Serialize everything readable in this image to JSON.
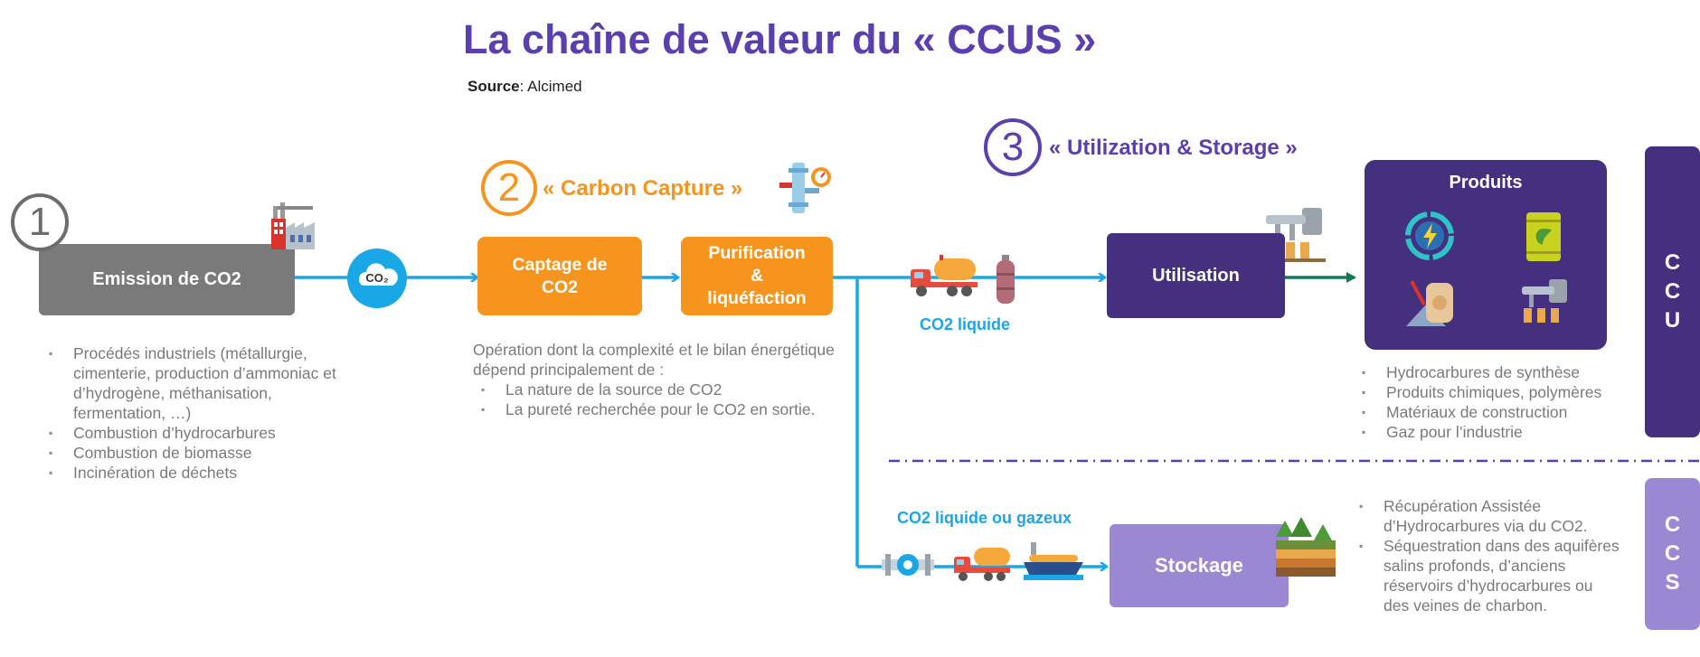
{
  "header": {
    "title": "La chaîne de valeur du « CCUS »",
    "source_label": "Source",
    "source_value": ": Alcimed"
  },
  "steps": {
    "step1_number": "1",
    "step2_number": "2",
    "step2_title": "« Carbon Capture »",
    "step3_number": "3",
    "step3_title": "« Utilization & Storage »"
  },
  "boxes": {
    "emission": "Emission de CO2",
    "captage_line1": "Captage de",
    "captage_line2": "CO2",
    "purif_line1": "Purification",
    "purif_line2": "&",
    "purif_line3": "liquéfaction",
    "utilisation": "Utilisation",
    "stockage": "Stockage",
    "produits": "Produits"
  },
  "labels": {
    "co2_cloud": "CO₂",
    "co2_liquide": "CO2 liquide",
    "co2_liquide_gazeux": "CO2 liquide ou gazeux"
  },
  "emission_list": [
    "Procédés industriels (métallurgie, cimenterie, production d’ammoniac et d’hydrogène, méthanisation, fermentation, …)",
    "Combustion d’hydrocarbures",
    "Combustion de biomasse",
    "Incinération de déchets"
  ],
  "capture_text": {
    "intro": "Opération dont la complexité et le bilan énergétique dépend principalement de :",
    "items": [
      "La nature de la source de CO2",
      "La pureté recherchée pour le CO2 en sortie."
    ]
  },
  "products_list": [
    "Hydrocarbures de synthèse",
    "Produits chimiques, polymères",
    "Matériaux de construction",
    "Gaz pour l’industrie"
  ],
  "storage_list": [
    "Récupération Assistée d’Hydrocarbures via du CO2.",
    "Séquestration dans des aquifères salins profonds, d’anciens réservoirs d’hydrocarbures ou des veines de charbon."
  ],
  "side_tabs": {
    "ccu": [
      "C",
      "C",
      "U"
    ],
    "ccs": [
      "C",
      "C",
      "S"
    ]
  },
  "colors": {
    "title_purple": "#5b3fae",
    "orange": "#f7941d",
    "emission_grey": "#7a7a7a",
    "dark_purple": "#45307f",
    "light_purple": "#9b88d2",
    "arrow_blue": "#1aa7e6",
    "arrow_green": "#0f7a5a"
  },
  "icons": [
    "factory-icon",
    "co2-cloud-icon",
    "pipe-gauge-icon",
    "tanker-truck-icon",
    "gas-cylinder-icon",
    "refinery-icon",
    "energy-cycle-icon",
    "fuel-barrel-icon",
    "cement-bag-icon",
    "plant-icon",
    "valve-icon",
    "ship-icon",
    "geology-icon"
  ]
}
